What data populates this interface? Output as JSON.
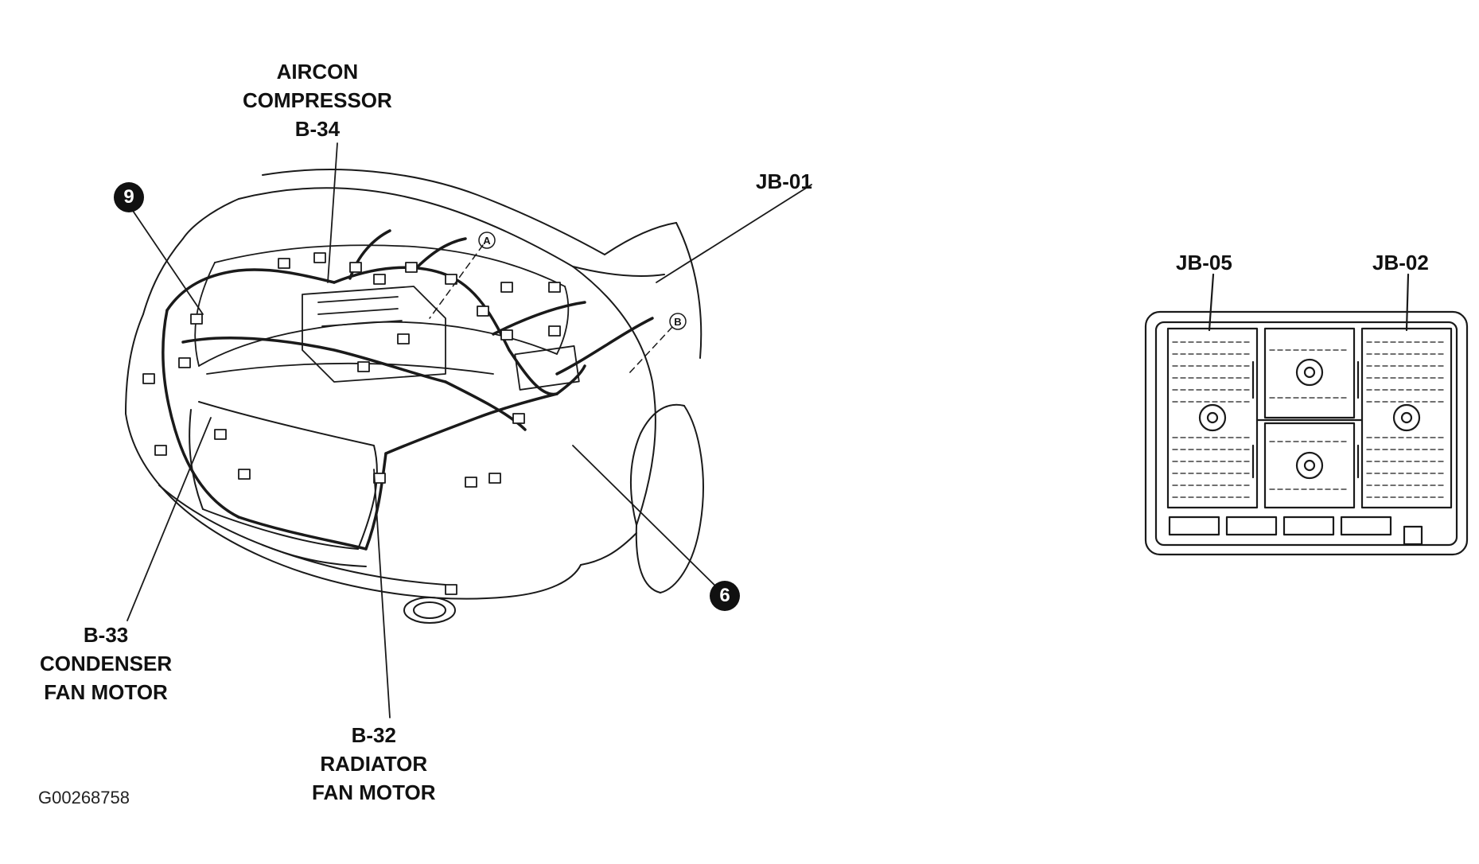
{
  "labels": {
    "aircon_compressor": [
      "AIRCON",
      "COMPRESSOR",
      "B-34"
    ],
    "jb01": "JB-01",
    "condenser_fan": [
      "B-33",
      "CONDENSER",
      "FAN MOTOR"
    ],
    "radiator_fan": [
      "B-32",
      "RADIATOR",
      "FAN MOTOR"
    ],
    "jb05": "JB-05",
    "jb02": "JB-02"
  },
  "callouts": {
    "nine": "9",
    "six": "6"
  },
  "circle_markers": {
    "a": "A",
    "b": "B"
  },
  "figure_id": "G00268758"
}
